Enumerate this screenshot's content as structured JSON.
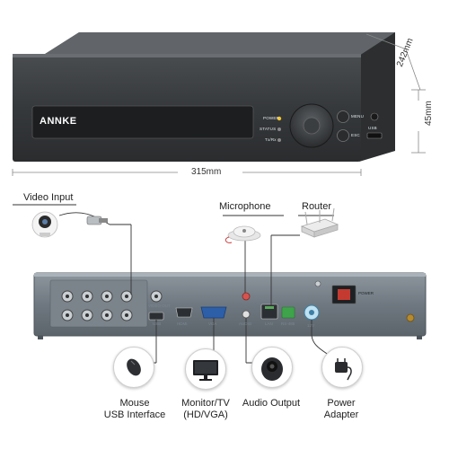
{
  "product": {
    "brand": "ANNKE",
    "front_labels": {
      "power": "POWER",
      "status": "STATUS",
      "tx_rx": "Tx/Rx",
      "menu": "MENU",
      "esc": "ESC",
      "usb": "USB"
    },
    "rear_labels": {
      "video_in": "VIDEO IN",
      "video_out": "VIDEO OUT",
      "usb": "USB",
      "hdmi": "HDMI",
      "vga": "VGA",
      "audio": "AUDIO",
      "lan": "LAN",
      "rs485": "RS-485",
      "power_in": "12V",
      "power_switch": "POWER"
    }
  },
  "dimensions": {
    "width": "315mm",
    "depth": "242mm",
    "height": "45mm"
  },
  "callouts": {
    "video_input": "Video Input",
    "microphone": "Microphone",
    "router": "Router",
    "mouse_usb": [
      "Mouse",
      "USB Interface"
    ],
    "monitor_tv": [
      "Monitor/TV",
      "(HD/VGA)"
    ],
    "audio_output": "Audio Output",
    "power_adapter": [
      "Power",
      "Adapter"
    ]
  }
}
